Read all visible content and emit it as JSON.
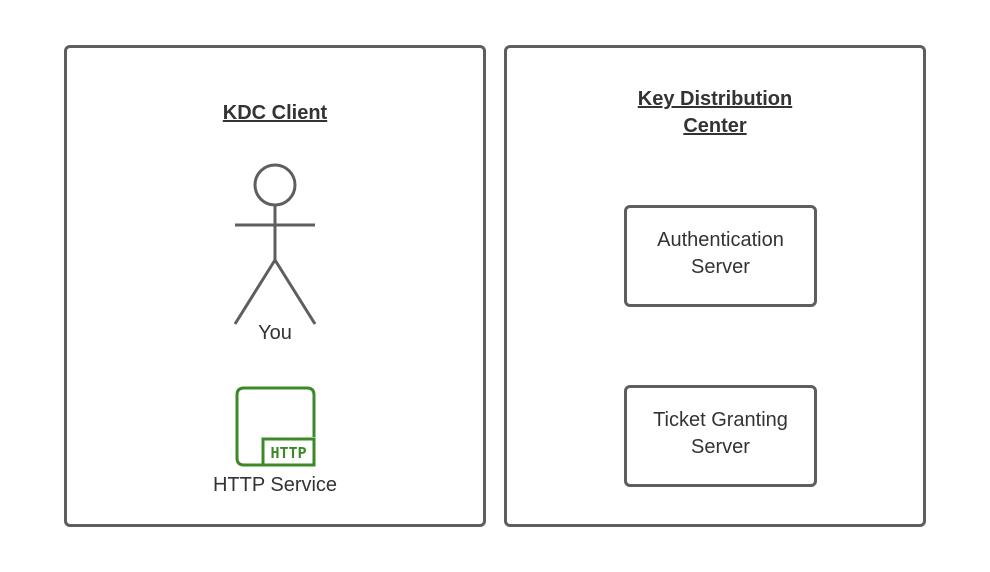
{
  "client": {
    "title": "KDC Client",
    "user_label": "You",
    "service_label": "HTTP Service",
    "http_badge": "HTTP"
  },
  "kdc": {
    "title_line1": "Key Distribution",
    "title_line2": "Center",
    "servers": [
      {
        "line1": "Authentication",
        "line2": "Server"
      },
      {
        "line1": "Ticket Granting",
        "line2": "Server"
      }
    ]
  },
  "colors": {
    "border": "#5e5e5e",
    "http": "#3c8a27"
  }
}
